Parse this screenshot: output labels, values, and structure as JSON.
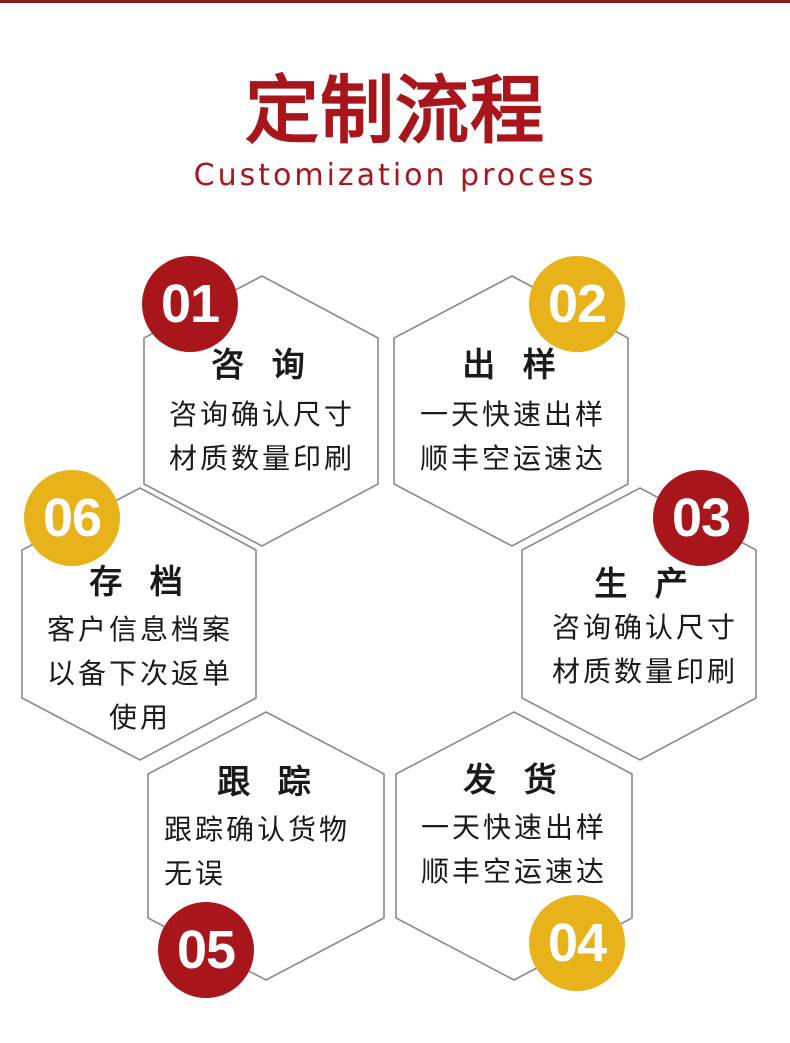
{
  "colors": {
    "red": "#a8151b",
    "yellow": "#e8b21a",
    "outline": "#8a8a8a"
  },
  "header": {
    "title": "定制流程",
    "subtitle": "Customization process"
  },
  "steps": [
    {
      "number": "01",
      "badge_color": "red",
      "heading": "咨 询",
      "lines": [
        "咨询确认尺寸",
        "材质数量印刷"
      ]
    },
    {
      "number": "02",
      "badge_color": "yellow",
      "heading": "出 样",
      "lines": [
        "一天快速出样",
        "顺丰空运速达"
      ]
    },
    {
      "number": "03",
      "badge_color": "red",
      "heading": "生 产",
      "lines": [
        "咨询确认尺寸",
        "材质数量印刷"
      ]
    },
    {
      "number": "04",
      "badge_color": "yellow",
      "heading": "发 货",
      "lines": [
        "一天快速出样",
        "顺丰空运速达"
      ]
    },
    {
      "number": "05",
      "badge_color": "red",
      "heading": "跟 踪",
      "lines": [
        "跟踪确认货物",
        "无误"
      ]
    },
    {
      "number": "06",
      "badge_color": "yellow",
      "heading": "存 档",
      "lines": [
        "客户信息档案",
        "以备下次返单",
        "使用"
      ]
    }
  ]
}
